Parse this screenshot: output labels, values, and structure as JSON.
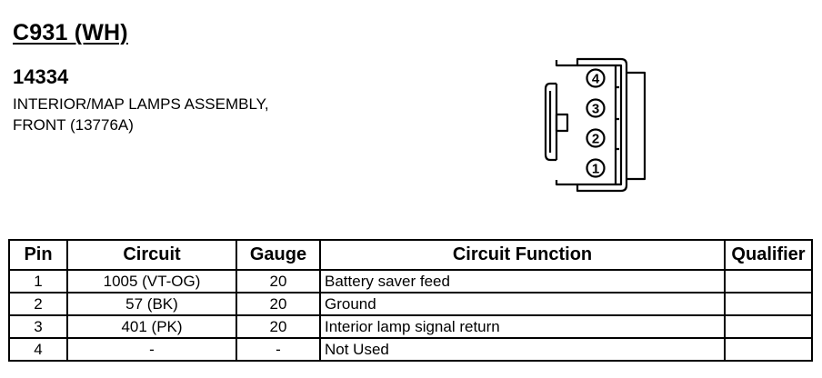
{
  "header": {
    "connector_id": "C931 (WH)",
    "part_number": "14334",
    "description_line1": "INTERIOR/MAP LAMPS ASSEMBLY,",
    "description_line2": "FRONT (13776A)"
  },
  "connector": {
    "pin_labels": [
      "4",
      "3",
      "2",
      "1"
    ]
  },
  "table": {
    "headers": {
      "pin": "Pin",
      "circuit": "Circuit",
      "gauge": "Gauge",
      "function": "Circuit Function",
      "qualifier": "Qualifier"
    },
    "rows": [
      {
        "pin": "1",
        "circuit": "1005 (VT-OG)",
        "gauge": "20",
        "function": "Battery saver feed",
        "qualifier": ""
      },
      {
        "pin": "2",
        "circuit": "57 (BK)",
        "gauge": "20",
        "function": "Ground",
        "qualifier": ""
      },
      {
        "pin": "3",
        "circuit": "401 (PK)",
        "gauge": "20",
        "function": "Interior lamp signal return",
        "qualifier": ""
      },
      {
        "pin": "4",
        "circuit": "-",
        "gauge": "-",
        "function": "Not Used",
        "qualifier": ""
      }
    ]
  }
}
